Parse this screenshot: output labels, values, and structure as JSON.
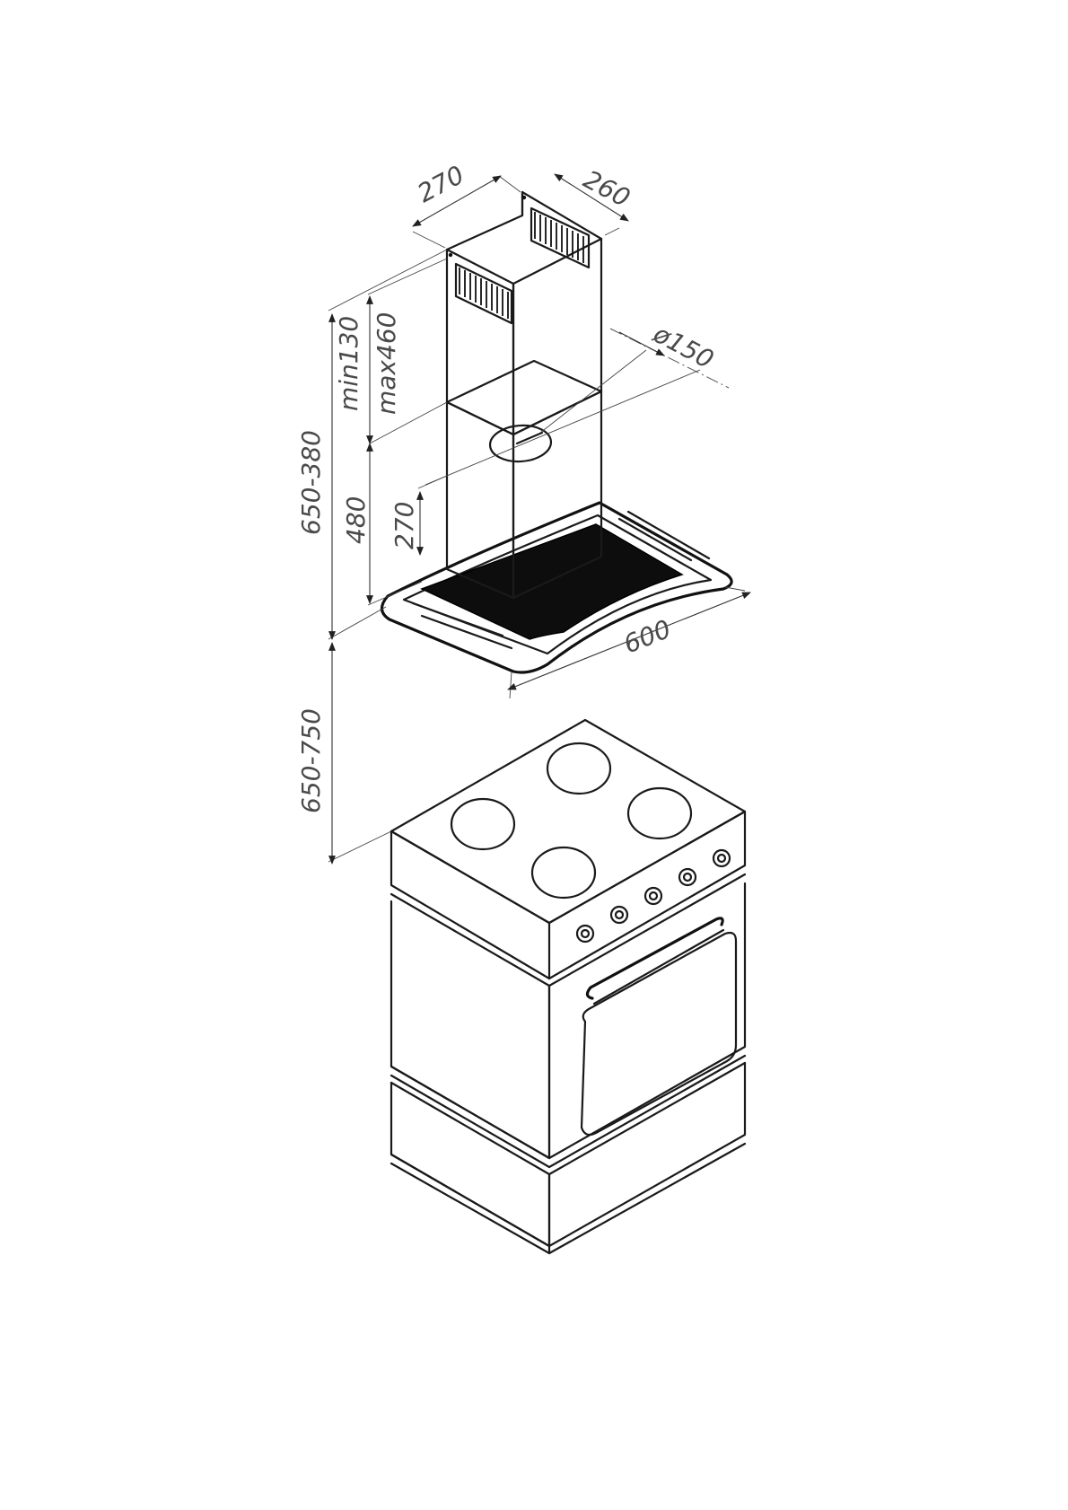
{
  "dimensions": {
    "chimney_width": "270",
    "chimney_depth": "260",
    "duct_diameter": "ø150",
    "upper_min": "min130",
    "upper_max": "max460",
    "total_hood_height": "650-380",
    "lower_chimney": "480",
    "lower_offset": "270",
    "hood_width": "600",
    "hood_to_cooker": "650-750"
  },
  "colors": {
    "line": "#1a1a1a",
    "label": "#4a4a4a",
    "mesh_filter": "#0d0d0d"
  }
}
